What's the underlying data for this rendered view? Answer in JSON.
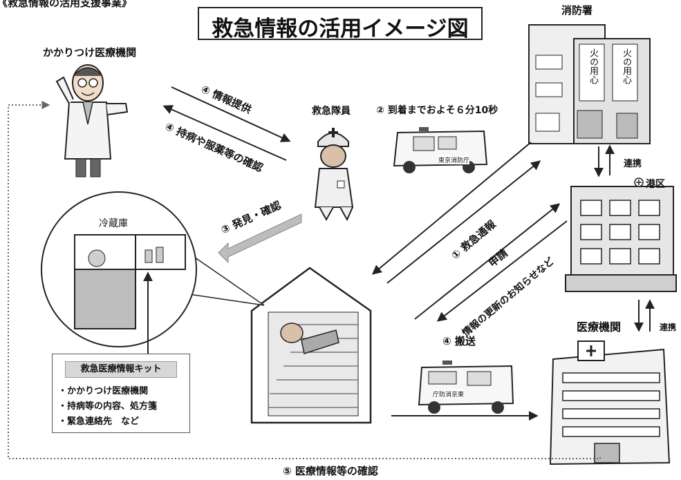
{
  "header_tag": "《救急情報の活用支援事業》",
  "title": "救急情報の活用イメージ図",
  "nodes": {
    "doctor": "かかりつけ医療機関",
    "paramedic": "救急隊員",
    "fire_station": "消防署",
    "ward": "港区",
    "hospital": "医療機関",
    "fridge": "冷蔵庫"
  },
  "signs": {
    "left": "火の用心",
    "right": "火の用心"
  },
  "ambulance_labels": {
    "top": "東京消防庁",
    "bottom": "庁防消京東"
  },
  "arrows": {
    "info_provide": "④ 情報提供",
    "confirm_illness": "④ 持病や服薬等の確認",
    "discover": "③ 発見・確認",
    "arrival": "② 到着までおよそ６分10秒",
    "emergency_call": "① 救急通報",
    "apply": "申請",
    "update_notice": "情報の更新のお知らせなど",
    "transport": "④ 搬送",
    "cooperation_1": "連携",
    "cooperation_2": "連携",
    "medical_confirm": "⑤ 医療情報等の確認"
  },
  "kit": {
    "title": "救急医療情報キット",
    "items": [
      "・かかりつけ医療機関",
      "・持病等の内容、処方箋",
      "・緊急連絡先　など"
    ]
  }
}
